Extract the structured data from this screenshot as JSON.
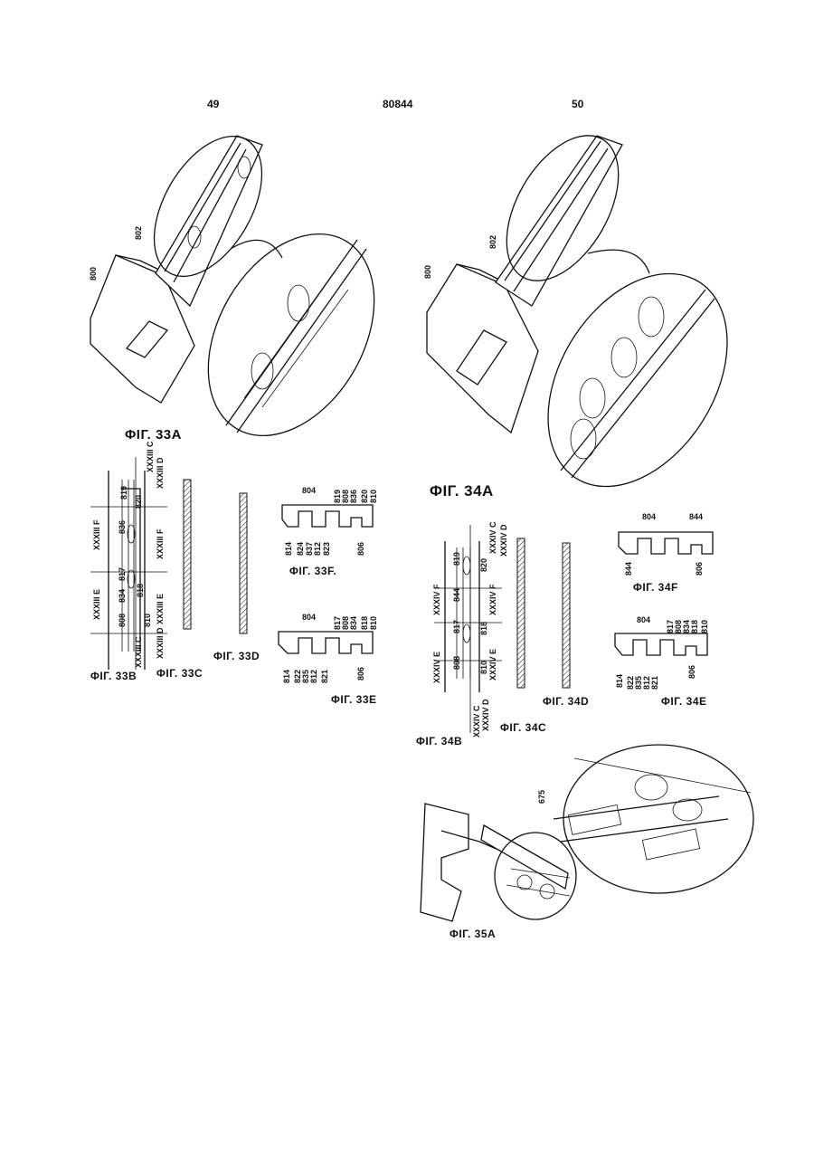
{
  "header": {
    "page_left": "49",
    "doc_number": "80844",
    "page_right": "50"
  },
  "captions": {
    "fig33a": "ΦIГ. 33A",
    "fig33b": "ΦIГ. 33B",
    "fig33c": "ΦIГ. 33C",
    "fig33d": "ΦIГ. 33D",
    "fig33e": "ΦIГ. 33E",
    "fig33f": "ΦIГ. 33F.",
    "fig34a": "ΦIГ. 34A",
    "fig34b": "ΦIГ. 34B",
    "fig34c": "ΦIГ. 34C",
    "fig34d": "ΦIГ. 34D",
    "fig34e": "ΦIГ. 34E",
    "fig34f": "ΦIГ. 34F",
    "fig35a": "ΦIГ. 35A"
  },
  "refs": {
    "r800": "800",
    "r802": "802",
    "r804": "804",
    "r806": "806",
    "r808": "808",
    "r810": "810",
    "r812": "812",
    "r814": "814",
    "r817": "817",
    "r818": "818",
    "r819": "819",
    "r820": "820",
    "r821": "821",
    "r822": "822",
    "r823": "823",
    "r824": "824",
    "r834": "834",
    "r835": "835",
    "r836": "836",
    "r837": "837",
    "r844": "844",
    "r675": "675",
    "sec33c": "XXXIII C",
    "sec33d": "XXXIII D",
    "sec33e": "XXXIII E",
    "sec33f": "XXXIII F",
    "sec34c": "XXXIV C",
    "sec34d": "XXXIV D",
    "sec34e": "XXXIV E",
    "sec34f": "XXXIV F"
  }
}
